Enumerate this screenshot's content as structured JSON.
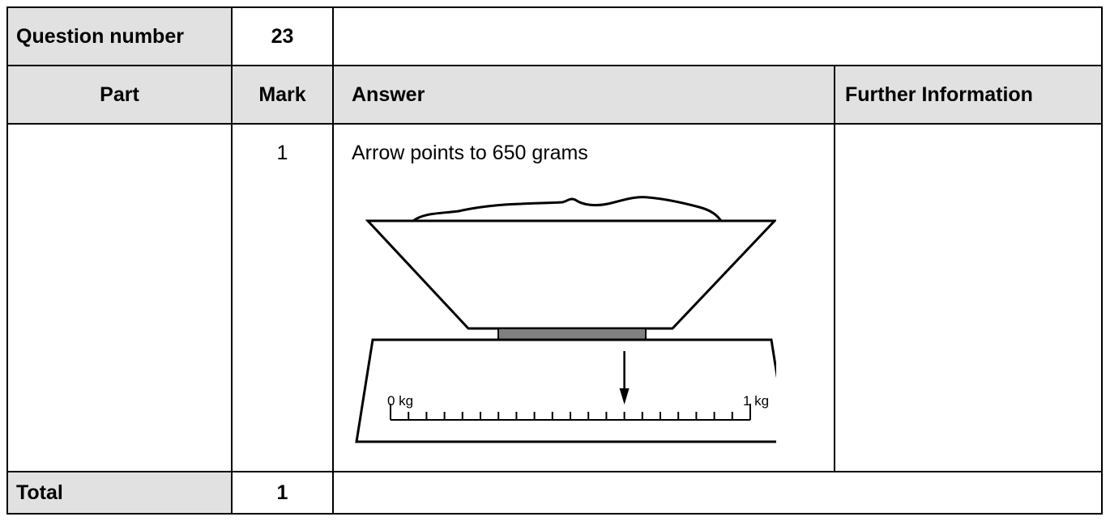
{
  "header": {
    "question_number_label": "Question number",
    "question_number_value": "23"
  },
  "columns": {
    "part": "Part",
    "mark": "Mark",
    "answer": "Answer",
    "further_information": "Further Information"
  },
  "row": {
    "part": "",
    "mark": "1",
    "answer": "Arrow points to 650 grams",
    "further_information": ""
  },
  "diagram": {
    "scale_start_label": "0 kg",
    "scale_end_label": "1 kg",
    "scale_divisions": 20,
    "pointer_value_grams": 650
  },
  "total": {
    "label": "Total",
    "value": "1"
  }
}
